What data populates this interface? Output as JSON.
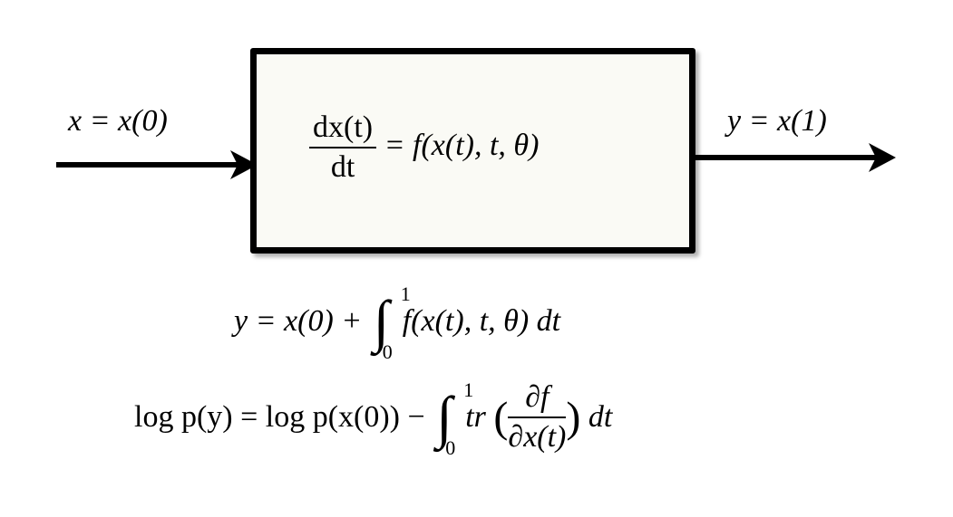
{
  "input_label": "x = x(0)",
  "output_label": "y = x(1)",
  "box_equation": {
    "numerator": "dx(t)",
    "denominator": "dt",
    "rhs": "= f(x(t), t, θ)"
  },
  "equation1": {
    "lhs": "y = x(0) +",
    "integral_upper": "1",
    "integral_lower": "0",
    "integrand": "f(x(t), t, θ) dt"
  },
  "equation2": {
    "lhs": "log p(y) = log p(x(0)) −",
    "integral_upper": "1",
    "integral_lower": "0",
    "trace": "tr",
    "numerator": "∂f",
    "denominator": "∂x(t)",
    "tail": "dt"
  }
}
